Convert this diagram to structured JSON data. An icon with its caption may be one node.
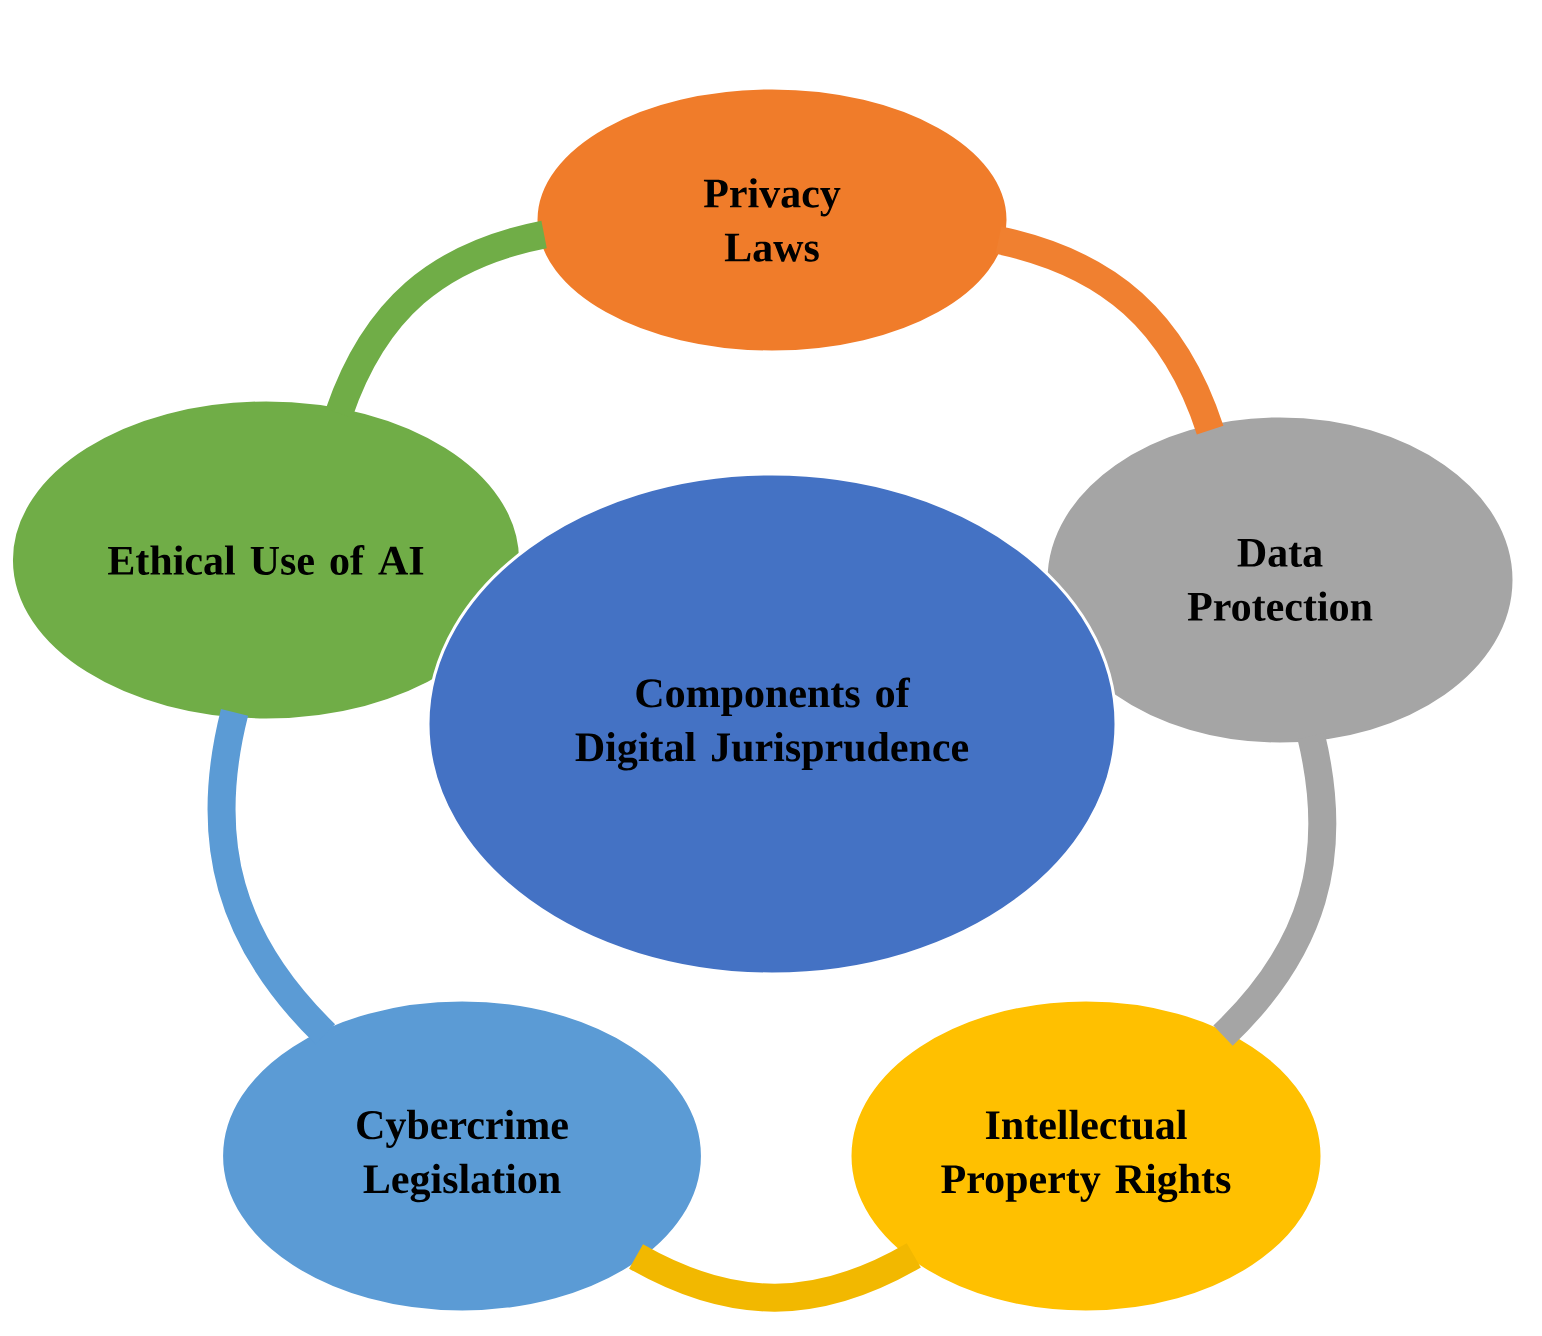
{
  "diagram": {
    "nodes": [
      {
        "text": [
          "Privacy Laws"
        ]
      },
      {
        "text": [
          "Data Protection"
        ]
      },
      {
        "text": [
          "Intellectual Property Rights"
        ]
      },
      {
        "text": [
          "Cybercrime Legislation"
        ]
      },
      {
        "text": [
          "Ethical Use of AI"
        ]
      },
      {
        "text": [
          "Components of Digital Jurisprudence"
        ]
      }
    ],
    "edges": [
      {
        "from": 0,
        "to": 1,
        "arrow": "none",
        "color": "#f08030"
      },
      {
        "from": 1,
        "to": 2,
        "arrow": "none",
        "color": "#a5a5a5"
      },
      {
        "from": 2,
        "to": 3,
        "arrow": "none",
        "color": "#f2b800"
      },
      {
        "from": 3,
        "to": 4,
        "arrow": "none",
        "color": "#5b9bd5"
      },
      {
        "from": 4,
        "to": 0,
        "arrow": "none",
        "color": "#70ad47"
      }
    ]
  }
}
